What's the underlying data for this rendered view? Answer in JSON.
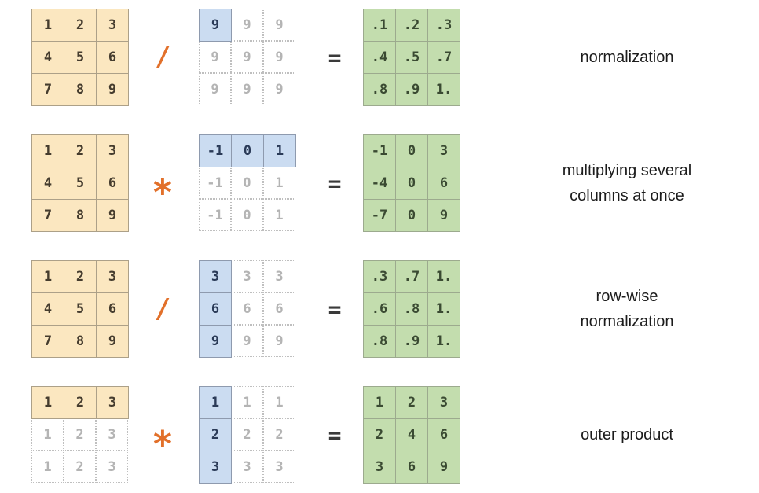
{
  "diagram": {
    "colors": {
      "left_matrix_fill": "#FBE7C0",
      "broadcast_matrix_fill": "#CBDCF1",
      "result_matrix_fill": "#C3DDAE",
      "operator_accent": "#E2702A",
      "faded_text": "#B4B4B4"
    },
    "rows": [
      {
        "id": "normalization",
        "operator": "/",
        "operator_name": "divide-operator",
        "equals": "=",
        "label_lines": [
          "normalization"
        ],
        "left": {
          "values": [
            "1",
            "2",
            "3",
            "4",
            "5",
            "6",
            "7",
            "8",
            "9"
          ],
          "styles": [
            "y",
            "y",
            "y",
            "y",
            "y",
            "y",
            "y",
            "y",
            "y"
          ]
        },
        "broadcast": {
          "values": [
            "9",
            "9",
            "9",
            "9",
            "9",
            "9",
            "9",
            "9",
            "9"
          ],
          "styles": [
            "b",
            "f",
            "f",
            "f",
            "f",
            "f",
            "f",
            "f",
            "f"
          ]
        },
        "result": {
          "values": [
            ".1",
            ".2",
            ".3",
            ".4",
            ".5",
            ".7",
            ".8",
            ".9",
            "1."
          ],
          "styles": [
            "g",
            "g",
            "g",
            "g",
            "g",
            "g",
            "g",
            "g",
            "g"
          ]
        }
      },
      {
        "id": "multiplying-several-columns-at-once",
        "operator": "*",
        "operator_name": "multiply-operator",
        "equals": "=",
        "label_lines": [
          "multiplying several",
          "columns at once"
        ],
        "left": {
          "values": [
            "1",
            "2",
            "3",
            "4",
            "5",
            "6",
            "7",
            "8",
            "9"
          ],
          "styles": [
            "y",
            "y",
            "y",
            "y",
            "y",
            "y",
            "y",
            "y",
            "y"
          ]
        },
        "broadcast": {
          "values": [
            "-1",
            "0",
            "1",
            "-1",
            "0",
            "1",
            "-1",
            "0",
            "1"
          ],
          "styles": [
            "b",
            "b",
            "b",
            "f",
            "f",
            "f",
            "f",
            "f",
            "f"
          ]
        },
        "result": {
          "values": [
            "-1",
            "0",
            "3",
            "-4",
            "0",
            "6",
            "-7",
            "0",
            "9"
          ],
          "styles": [
            "g",
            "g",
            "g",
            "g",
            "g",
            "g",
            "g",
            "g",
            "g"
          ]
        }
      },
      {
        "id": "row-wise-normalization",
        "operator": "/",
        "operator_name": "divide-operator",
        "equals": "=",
        "label_lines": [
          "row-wise",
          "normalization"
        ],
        "left": {
          "values": [
            "1",
            "2",
            "3",
            "4",
            "5",
            "6",
            "7",
            "8",
            "9"
          ],
          "styles": [
            "y",
            "y",
            "y",
            "y",
            "y",
            "y",
            "y",
            "y",
            "y"
          ]
        },
        "broadcast": {
          "values": [
            "3",
            "3",
            "3",
            "6",
            "6",
            "6",
            "9",
            "9",
            "9"
          ],
          "styles": [
            "b",
            "f",
            "f",
            "b",
            "f",
            "f",
            "b",
            "f",
            "f"
          ]
        },
        "result": {
          "values": [
            ".3",
            ".7",
            "1.",
            ".6",
            ".8",
            "1.",
            ".8",
            ".9",
            "1."
          ],
          "styles": [
            "g",
            "g",
            "g",
            "g",
            "g",
            "g",
            "g",
            "g",
            "g"
          ]
        }
      },
      {
        "id": "outer-product",
        "operator": "*",
        "operator_name": "multiply-operator",
        "equals": "=",
        "label_lines": [
          "outer product"
        ],
        "left": {
          "values": [
            "1",
            "2",
            "3",
            "1",
            "2",
            "3",
            "1",
            "2",
            "3"
          ],
          "styles": [
            "y",
            "y",
            "y",
            "f",
            "f",
            "f",
            "f",
            "f",
            "f"
          ]
        },
        "broadcast": {
          "values": [
            "1",
            "1",
            "1",
            "2",
            "2",
            "2",
            "3",
            "3",
            "3"
          ],
          "styles": [
            "b",
            "f",
            "f",
            "b",
            "f",
            "f",
            "b",
            "f",
            "f"
          ]
        },
        "result": {
          "values": [
            "1",
            "2",
            "3",
            "2",
            "4",
            "6",
            "3",
            "6",
            "9"
          ],
          "styles": [
            "g",
            "g",
            "g",
            "g",
            "g",
            "g",
            "g",
            "g",
            "g"
          ]
        }
      }
    ]
  }
}
